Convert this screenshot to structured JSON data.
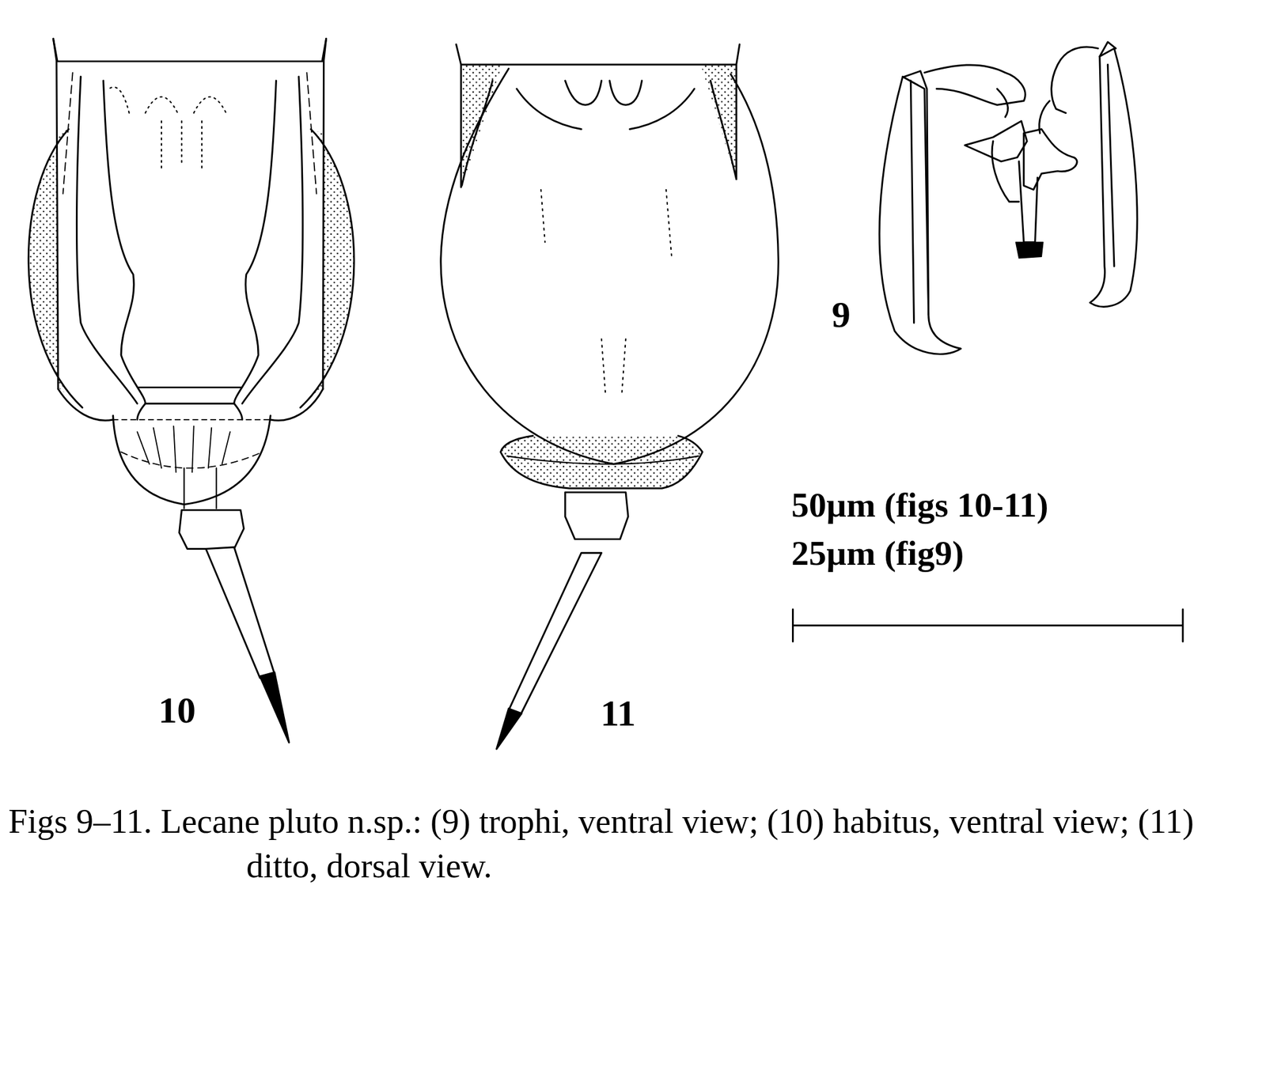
{
  "diagram": {
    "caption": "Figs 9–11. Lecane pluto n.sp.: (9) trophi, ventral view; (10) habitus, ventral view; (11) ditto, dorsal view.",
    "labels": [
      "9",
      "10",
      "11",
      "50µm (figs 10-11)",
      "25µm (fig9)"
    ]
  }
}
